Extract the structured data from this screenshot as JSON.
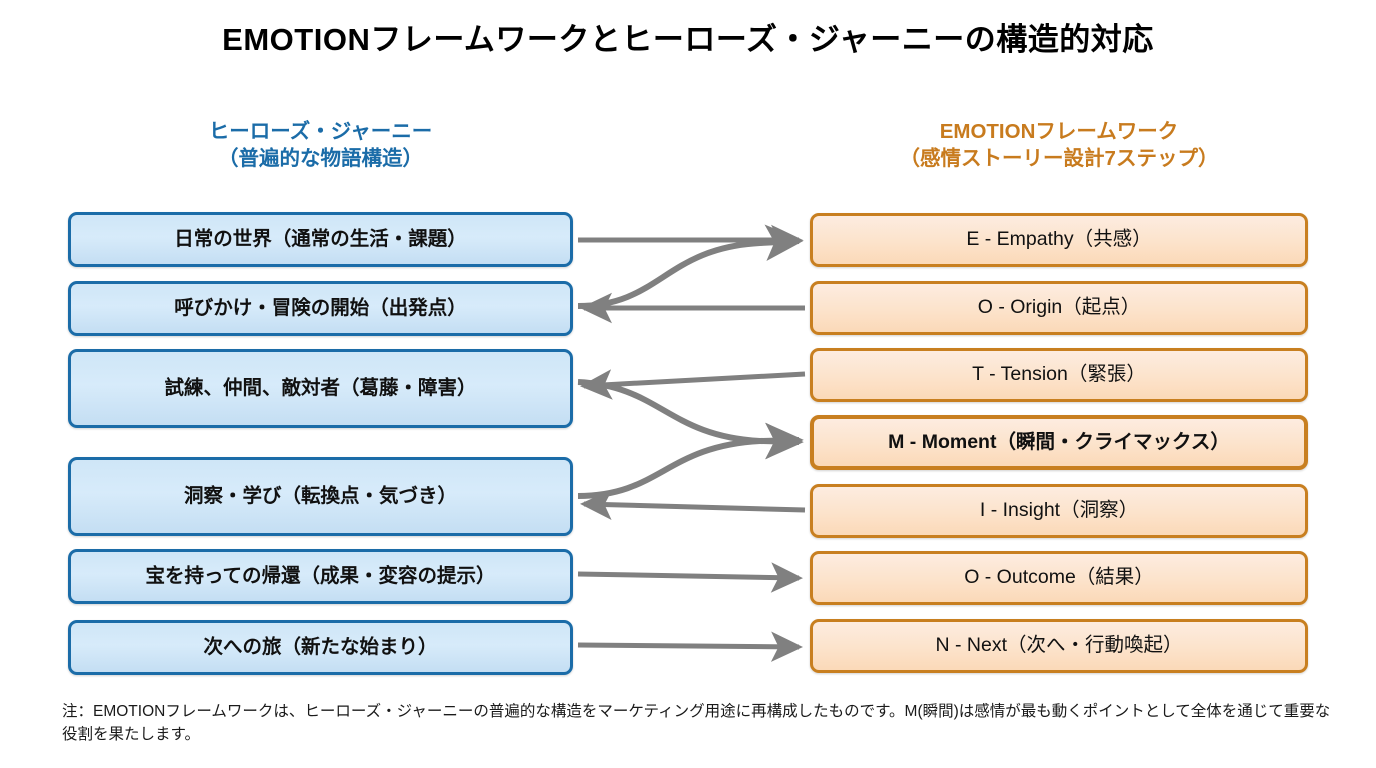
{
  "title": "EMOTIONフレームワークとヒーローズ・ジャーニーの構造的対応",
  "colors": {
    "left_accent": "#1B6CA8",
    "left_fill": "#D2E7F8",
    "right_accent": "#C87F20",
    "right_fill": "#FCE3CB",
    "arrow": "#808080",
    "title": "#000000",
    "text": "#111111"
  },
  "columns": {
    "left": {
      "heading_line1": "ヒーローズ・ジャーニー",
      "heading_line2": "（普遍的な物語構造）",
      "items": [
        {
          "label": "日常の世界（通常の生活・課題）"
        },
        {
          "label": "呼びかけ・冒険の開始（出発点）"
        },
        {
          "label": "試練、仲間、敵対者（葛藤・障害）"
        },
        {
          "label": "洞察・学び（転換点・気づき）"
        },
        {
          "label": "宝を持っての帰還（成果・変容の提示）"
        },
        {
          "label": "次への旅（新たな始まり）"
        }
      ]
    },
    "right": {
      "heading_line1": "EMOTIONフレームワーク",
      "heading_line2": "（感情ストーリー設計7ステップ）",
      "items": [
        {
          "label": "E - Empathy（共感）",
          "emphasis": false
        },
        {
          "label": "O - Origin（起点）",
          "emphasis": false
        },
        {
          "label": "T - Tension（緊張）",
          "emphasis": false
        },
        {
          "label": "M - Moment（瞬間・クライマックス）",
          "emphasis": true
        },
        {
          "label": "I - Insight（洞察）",
          "emphasis": false
        },
        {
          "label": "O - Outcome（結果）",
          "emphasis": false
        },
        {
          "label": "N - Next（次へ・行動喚起）",
          "emphasis": false
        }
      ]
    }
  },
  "connections": [
    {
      "from": "日常の世界（通常の生活・課題）",
      "to": "E - Empathy（共感）",
      "direction": "right",
      "shape": "straight"
    },
    {
      "from": "呼びかけ・冒険の開始（出発点）",
      "to": "E - Empathy（共感）",
      "direction": "right",
      "shape": "s-curve"
    },
    {
      "from": "O - Origin（起点）",
      "to": "呼びかけ・冒険の開始（出発点）",
      "direction": "left",
      "shape": "straight"
    },
    {
      "from": "T - Tension（緊張）",
      "to": "試練、仲間、敵対者（葛藤・障害）",
      "direction": "left",
      "shape": "straight"
    },
    {
      "from": "試練、仲間、敵対者（葛藤・障害）",
      "to": "M - Moment（瞬間・クライマックス）",
      "direction": "right",
      "shape": "s-curve"
    },
    {
      "from": "洞察・学び（転換点・気づき）",
      "to": "M - Moment（瞬間・クライマックス）",
      "direction": "right",
      "shape": "s-curve"
    },
    {
      "from": "I - Insight（洞察）",
      "to": "洞察・学び（転換点・気づき）",
      "direction": "left",
      "shape": "straight"
    },
    {
      "from": "宝を持っての帰還（成果・変容の提示）",
      "to": "O - Outcome（結果）",
      "direction": "right",
      "shape": "straight"
    },
    {
      "from": "次への旅（新たな始まり）",
      "to": "N - Next（次へ・行動喚起）",
      "direction": "right",
      "shape": "straight"
    }
  ],
  "footnote": "注：EMOTIONフレームワークは、ヒーローズ・ジャーニーの普遍的な構造をマーケティング用途に再構成したものです。M(瞬間)は感情が最も動くポイントとして全体を通じて重要な役割を果たします。"
}
